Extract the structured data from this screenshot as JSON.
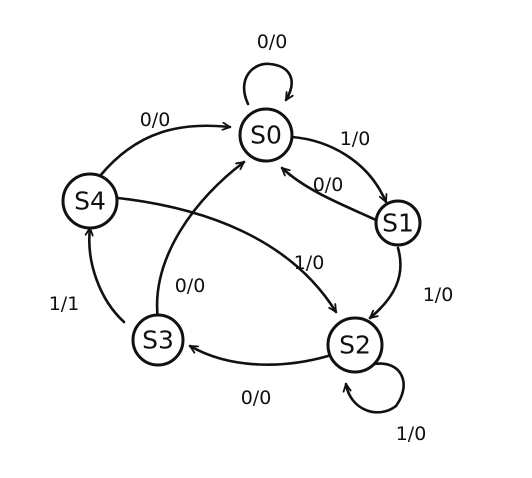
{
  "diagram": {
    "type": "state-machine",
    "states": [
      {
        "id": "S0",
        "label": "S0"
      },
      {
        "id": "S1",
        "label": "S1"
      },
      {
        "id": "S2",
        "label": "S2"
      },
      {
        "id": "S3",
        "label": "S3"
      },
      {
        "id": "S4",
        "label": "S4"
      }
    ],
    "transitions": [
      {
        "from": "S0",
        "to": "S0",
        "label": "0/0"
      },
      {
        "from": "S0",
        "to": "S1",
        "label": "1/0"
      },
      {
        "from": "S1",
        "to": "S0",
        "label": "0/0"
      },
      {
        "from": "S1",
        "to": "S2",
        "label": "1/0"
      },
      {
        "from": "S2",
        "to": "S2",
        "label": "1/0"
      },
      {
        "from": "S2",
        "to": "S3",
        "label": "0/0"
      },
      {
        "from": "S3",
        "to": "S0",
        "label": "0/0"
      },
      {
        "from": "S3",
        "to": "S4",
        "label": "1/1"
      },
      {
        "from": "S4",
        "to": "S0",
        "label": "0/0"
      },
      {
        "from": "S4",
        "to": "S2",
        "label": "1/0"
      }
    ]
  }
}
